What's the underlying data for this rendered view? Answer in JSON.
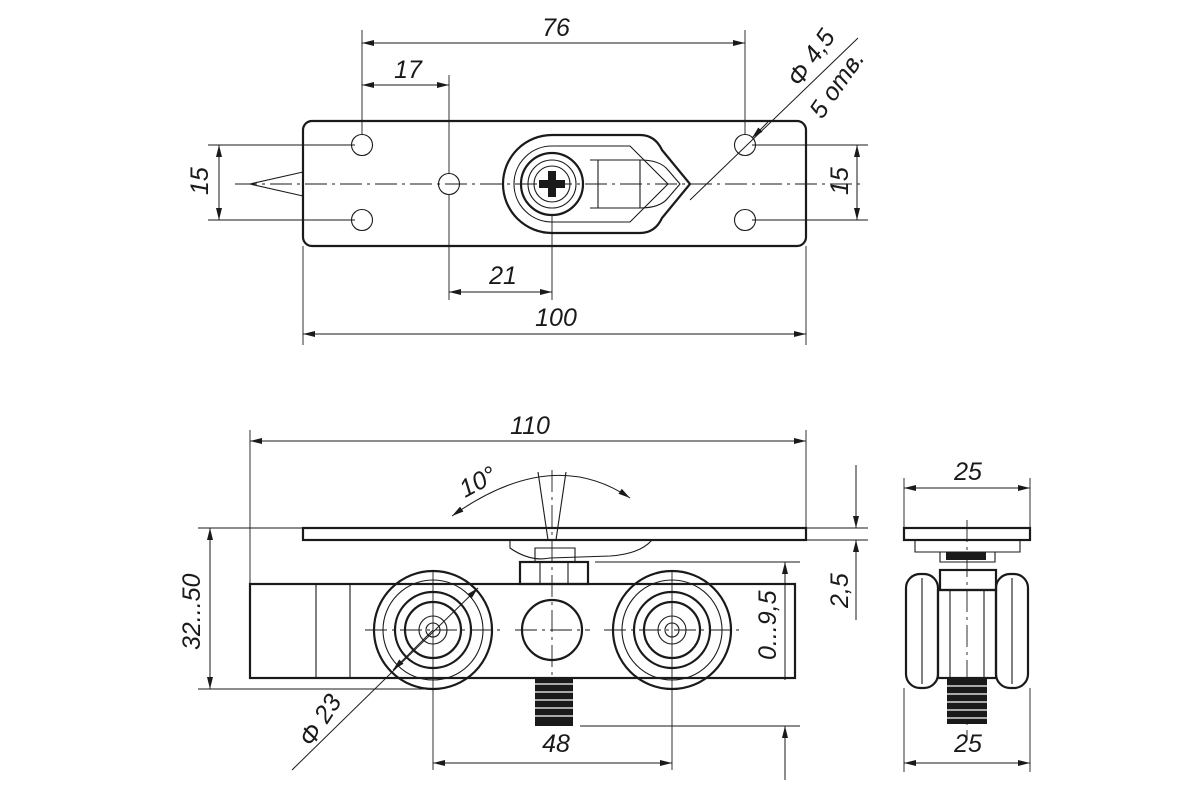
{
  "top_view": {
    "dims": {
      "hole_pitch": "76",
      "hole_offset": "17",
      "hole_dia": "Φ 4,5",
      "hole_count": "5 отв.",
      "left_height": "15",
      "right_height": "15",
      "center_offset": "21",
      "plate_length": "100"
    }
  },
  "front_view": {
    "dims": {
      "overall_length": "110",
      "swivel_angle": "10°",
      "height_range": "32...50",
      "plate_thickness": "2,5",
      "adjust_range": "0...9,5",
      "wheel_dia": "Φ 23",
      "wheel_base": "48"
    }
  },
  "side_view": {
    "dims": {
      "top_width": "25",
      "bottom_width": "25"
    }
  }
}
